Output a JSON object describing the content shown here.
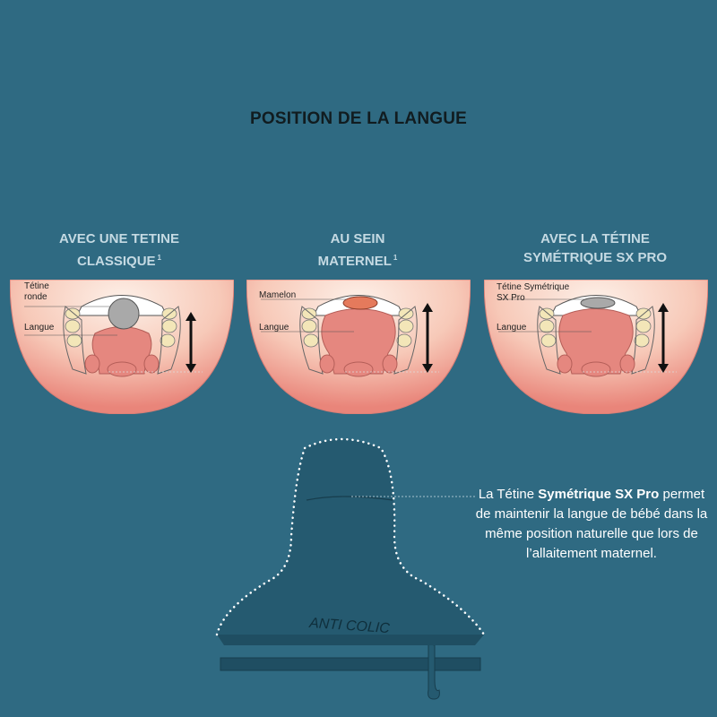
{
  "title": "POSITION DE LA LANGUE",
  "columns": [
    {
      "title_line1": "AVEC UNE TETINE",
      "title_line2": "CLASSIQUE",
      "footnote": "1",
      "nipple_label": "Tétine ronde",
      "tongue_label": "Langue"
    },
    {
      "title_line1": "AU SEIN",
      "title_line2": "MATERNEL",
      "footnote": "1",
      "nipple_label": "Mamelon",
      "tongue_label": "Langue"
    },
    {
      "title_line1": "AVEC LA TÉTINE",
      "title_line2": "SYMÉTRIQUE SX PRO",
      "footnote": "",
      "nipple_label": "Tétine Symétrique SX Pro",
      "tongue_label": "Langue"
    }
  ],
  "description": {
    "prefix": "La Tétine ",
    "bold": "Symétrique SX Pro",
    "rest": " permet de maintenir la langue de bébé dans la même position naturelle que lors de l’allaitement maternel."
  },
  "teat_embossing": "ANTI COLIC",
  "colors": {
    "background": "#2f6a82",
    "mouth_fill": "#f4b8a8",
    "tongue": "#e5877f",
    "nipple_round": "#a9a9a9",
    "breast_nipple": "#e57a5c",
    "teat_body": "#255a70"
  }
}
